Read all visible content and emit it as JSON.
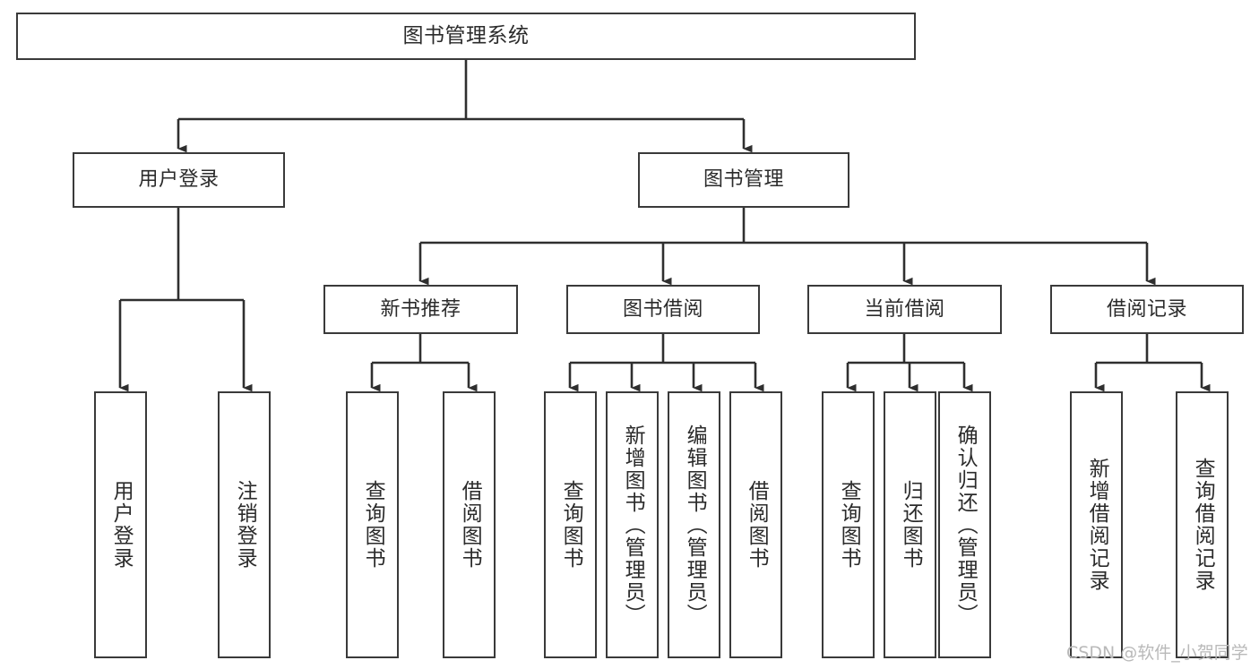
{
  "diagram": {
    "type": "tree-hierarchy",
    "title": "图书管理系统",
    "orientation": "top-down",
    "nodes": {
      "root": {
        "label": "图书管理系统",
        "level": 0
      },
      "user_login": {
        "label": "用户登录",
        "level": 1
      },
      "book_manage": {
        "label": "图书管理",
        "level": 1
      },
      "new_book_rec": {
        "label": "新书推荐",
        "level": 2
      },
      "book_borrow": {
        "label": "图书借阅",
        "level": 2
      },
      "current_borrow": {
        "label": "当前借阅",
        "level": 2
      },
      "borrow_record": {
        "label": "借阅记录",
        "level": 2
      },
      "leaf_user_login": {
        "label": "用户登录",
        "level": 2
      },
      "leaf_logout": {
        "label": "注销登录",
        "level": 2
      },
      "leaf_query_book_1": {
        "label": "查询图书",
        "level": 3
      },
      "leaf_borrow_book_1": {
        "label": "借阅图书",
        "level": 3
      },
      "leaf_query_book_2": {
        "label": "查询图书",
        "level": 3
      },
      "leaf_add_book": {
        "label": "新增图书（管理员）",
        "level": 3
      },
      "leaf_edit_book": {
        "label": "编辑图书（管理员）",
        "level": 3
      },
      "leaf_borrow_book_2": {
        "label": "借阅图书",
        "level": 3
      },
      "leaf_query_book_3": {
        "label": "查询图书",
        "level": 3
      },
      "leaf_return_book": {
        "label": "归还图书",
        "level": 3
      },
      "leaf_confirm_return": {
        "label": "确认归还（管理员）",
        "level": 3
      },
      "leaf_add_record": {
        "label": "新增借阅记录",
        "level": 3
      },
      "leaf_query_record": {
        "label": "查询借阅记录",
        "level": 3
      }
    },
    "edges": [
      {
        "from": "root",
        "to": "user_login"
      },
      {
        "from": "root",
        "to": "book_manage"
      },
      {
        "from": "user_login",
        "to": "leaf_user_login"
      },
      {
        "from": "user_login",
        "to": "leaf_logout"
      },
      {
        "from": "book_manage",
        "to": "new_book_rec"
      },
      {
        "from": "book_manage",
        "to": "book_borrow"
      },
      {
        "from": "book_manage",
        "to": "current_borrow"
      },
      {
        "from": "book_manage",
        "to": "borrow_record"
      },
      {
        "from": "new_book_rec",
        "to": "leaf_query_book_1"
      },
      {
        "from": "new_book_rec",
        "to": "leaf_borrow_book_1"
      },
      {
        "from": "book_borrow",
        "to": "leaf_query_book_2"
      },
      {
        "from": "book_borrow",
        "to": "leaf_add_book"
      },
      {
        "from": "book_borrow",
        "to": "leaf_edit_book"
      },
      {
        "from": "book_borrow",
        "to": "leaf_borrow_book_2"
      },
      {
        "from": "current_borrow",
        "to": "leaf_query_book_3"
      },
      {
        "from": "current_borrow",
        "to": "leaf_return_book"
      },
      {
        "from": "current_borrow",
        "to": "leaf_confirm_return"
      },
      {
        "from": "borrow_record",
        "to": "leaf_add_record"
      },
      {
        "from": "borrow_record",
        "to": "leaf_query_record"
      }
    ],
    "colors": {
      "box_border": "#3a3a3a",
      "box_fill": "#ffffff",
      "edge": "#2f2f2f",
      "text": "#2b2b2b",
      "watermark": "#b9b9b9"
    }
  },
  "watermark": {
    "text": "CSDN @软件_小贺同学"
  }
}
